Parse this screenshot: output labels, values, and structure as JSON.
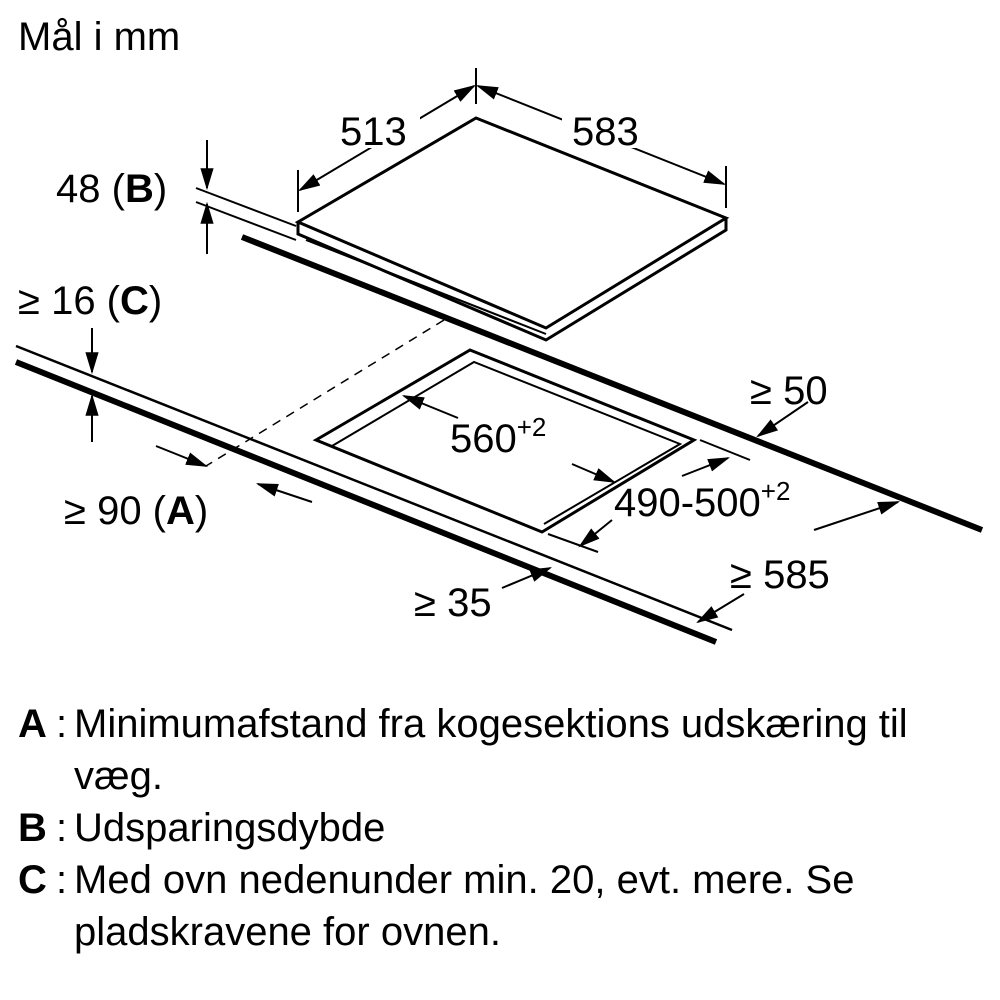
{
  "title": "Mål i mm",
  "dimensions": {
    "hob_depth": "513",
    "hob_width": "583",
    "cutout_depth_label": "48",
    "cutout_depth_ref": "B",
    "worktop_min_thickness_label": "≥ 16",
    "worktop_min_thickness_ref": "C",
    "wall_distance_label": "≥ 90",
    "wall_distance_ref": "A",
    "cutout_width": "560",
    "cutout_width_tol": "+2",
    "cutout_depth": "490-500",
    "cutout_depth_tol": "+2",
    "side_clearance": "≥ 50",
    "worktop_depth": "≥ 585",
    "front_clearance": "≥ 35"
  },
  "legend": [
    {
      "key": "A",
      "text": "Minimumafstand fra kogesektions udskæring til væg."
    },
    {
      "key": "B",
      "text": "Udsparingsdybde"
    },
    {
      "key": "C",
      "text": "Med ovn nedenunder min. 20, evt. mere. Se pladskravene for ovnen."
    }
  ],
  "colors": {
    "ink": "#000000",
    "background": "#ffffff"
  }
}
